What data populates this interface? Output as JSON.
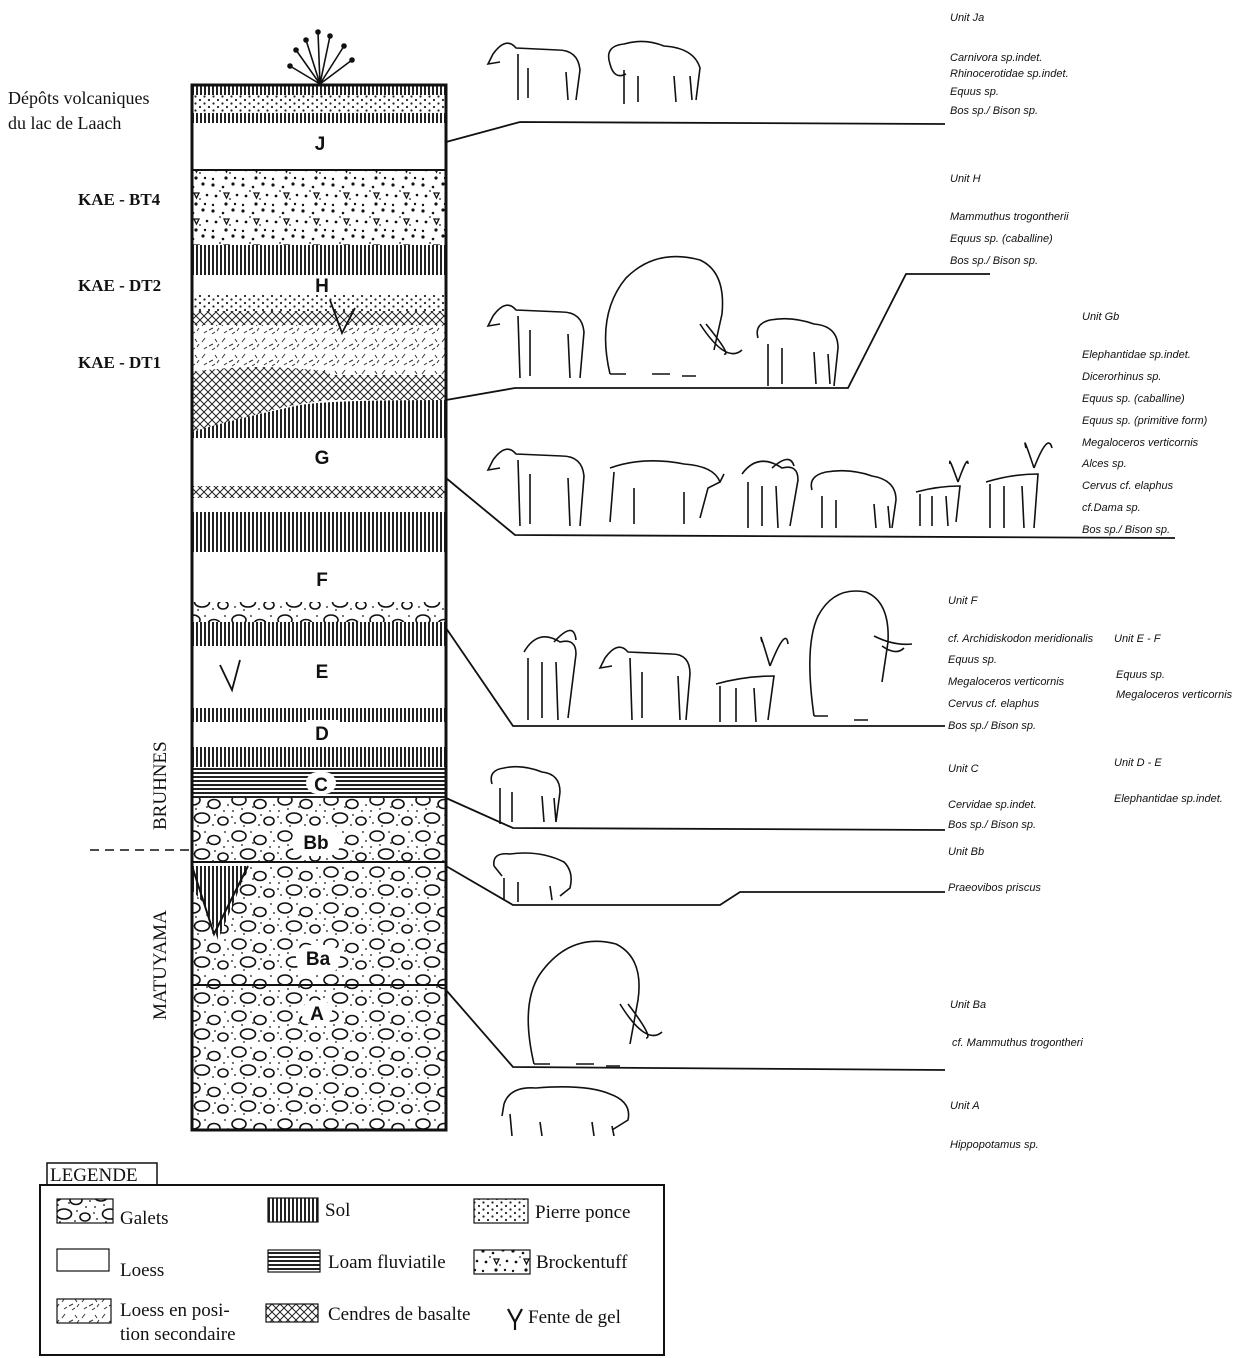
{
  "column": {
    "top_label_lines": [
      "Dépôts volcaniques",
      "du lac de Laach"
    ],
    "samples": [
      "KAE - BT4",
      "KAE - DT2",
      "KAE - DT1"
    ],
    "units": [
      "J",
      "H",
      "G",
      "F",
      "E",
      "D",
      "C",
      "Bb",
      "Ba",
      "A"
    ],
    "paleomagnetic": {
      "upper": "BRUHNES",
      "lower": "MATUYAMA"
    }
  },
  "fauna": {
    "ja": {
      "title": "Unit Ja",
      "species": [
        "Carnivora sp.indet.",
        "Rhinocerotidae sp.indet.",
        "Equus sp.",
        "Bos sp./ Bison sp."
      ]
    },
    "h": {
      "title": "Unit H",
      "species": [
        "Mammuthus trogontherii",
        "Equus sp. (caballine)",
        "Bos sp./ Bison sp."
      ]
    },
    "gb": {
      "title": "Unit Gb",
      "species": [
        "Elephantidae sp.indet.",
        "Dicerorhinus sp.",
        "Equus sp. (caballine)",
        "Equus sp. (primitive form)",
        "Megaloceros verticornis",
        "Alces sp.",
        "Cervus cf. elaphus",
        "cf.Dama sp.",
        "Bos sp./ Bison sp."
      ]
    },
    "f": {
      "title": "Unit F",
      "species": [
        "cf. Archidiskodon meridionalis",
        "Equus sp.",
        "Megaloceros verticornis",
        "Cervus cf. elaphus",
        "Bos sp./ Bison sp."
      ]
    },
    "ef": {
      "title": "Unit E - F",
      "species": [
        "Equus sp.",
        "Megaloceros verticornis"
      ]
    },
    "de": {
      "title": "Unit D - E",
      "species": [
        "Elephantidae sp.indet."
      ]
    },
    "c": {
      "title": "Unit C",
      "species": [
        "Cervidae sp.indet.",
        "Bos sp./ Bison sp."
      ]
    },
    "bb": {
      "title": "Unit Bb",
      "species": [
        "Praeovibos priscus"
      ]
    },
    "ba": {
      "title": "Unit Ba",
      "species": [
        "cf. Mammuthus trogontheri"
      ]
    },
    "a": {
      "title": "Unit A",
      "species": [
        "Hippopotamus sp."
      ]
    }
  },
  "legend": {
    "title": "LEGENDE",
    "items": {
      "galets": "Galets",
      "sol": "Sol",
      "pierre": "Pierre ponce",
      "loess": "Loess",
      "loam": "Loam fluviatile",
      "brocken": "Brockentuff",
      "loess2_l1": "Loess en posi-",
      "loess2_l2": "tion secondaire",
      "cendres": "Cendres de basalte",
      "fente": "Fente de gel"
    }
  }
}
